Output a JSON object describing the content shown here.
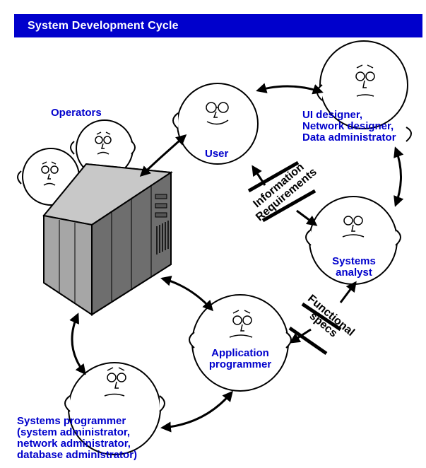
{
  "title": "System Development Cycle",
  "colors": {
    "title_bg": "#0000cc",
    "title_text": "#ffffff",
    "label": "#0000cc",
    "outline": "#000000",
    "computer_body": "#9a9a9a"
  },
  "labels": {
    "operators": "Operators",
    "user": "User",
    "ui_designer": [
      "UI designer,",
      "Network designer,",
      "Data administrator"
    ],
    "systems_analyst": [
      "Systems",
      "analyst"
    ],
    "application_programmer": [
      "Application",
      "programmer"
    ],
    "systems_programmer": [
      "Systems programmer",
      "(system administrator,",
      "network administrator,",
      "database administrator)"
    ]
  },
  "channels": {
    "information_requirements": [
      "Information",
      "Requirements"
    ],
    "functional_specs": [
      "Functional",
      "specs"
    ]
  }
}
